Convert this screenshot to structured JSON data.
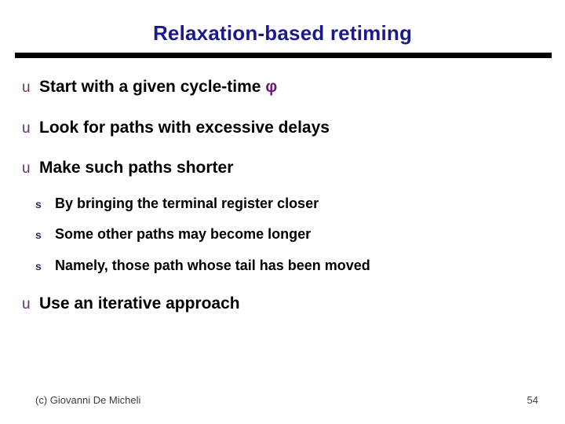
{
  "slide": {
    "title": "Relaxation-based retiming",
    "bullets": [
      {
        "level": 1,
        "marker": "u",
        "text": "Start with a given cycle-time ",
        "phi": "φ"
      },
      {
        "level": 1,
        "marker": "u",
        "text": "Look for paths with excessive delays"
      },
      {
        "level": 1,
        "marker": "u",
        "text": "Make such paths shorter"
      },
      {
        "level": 2,
        "marker": "s",
        "text": "By bringing the terminal register closer"
      },
      {
        "level": 2,
        "marker": "s",
        "text": "Some other paths may become longer"
      },
      {
        "level": 2,
        "marker": "s",
        "text": "Namely, those path whose tail has been moved"
      },
      {
        "level": 1,
        "marker": "u",
        "text": "Use an iterative approach"
      }
    ],
    "footer": {
      "credit": "(c) Giovanni De Micheli",
      "page_number": "54"
    },
    "colors": {
      "title": "#1a1a8c",
      "body": "#000000",
      "marker_u": "#663366",
      "marker_s": "#28286e",
      "phi": "#731478",
      "footer": "#3d3d3d",
      "rule": "#000000",
      "background": "#ffffff"
    }
  }
}
